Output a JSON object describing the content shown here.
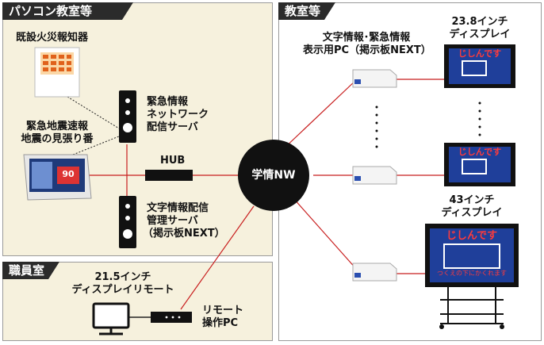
{
  "sections": {
    "pc_room": "パソコン教室等",
    "classroom": "教室等",
    "staff_room": "職員室"
  },
  "devices": {
    "fire_alarm": "既設火災報知器",
    "eew_line1": "緊急地震速報",
    "eew_line2": "地震の見張り番",
    "alert_server_line1": "緊急情報",
    "alert_server_line2": "ネットワーク",
    "alert_server_line3": "配信サーバ",
    "hub": "HUB",
    "text_server_line1": "文字情報配信",
    "text_server_line2": "管理サーバ",
    "text_server_line3": "（掲示板NEXT）",
    "network": "学情NW",
    "display_pc_line1": "文字情報･緊急情報",
    "display_pc_line2": "表示用PC（掲示板NEXT）",
    "display_23_line1": "23.8インチ",
    "display_23_line2": "ディスプレイ",
    "display_43_line1": "43インチ",
    "display_43_line2": "ディスプレイ",
    "remote_display_line1": "21.5インチ",
    "remote_display_line2": "ディスプレイリモート",
    "remote_pc_line1": "リモート",
    "remote_pc_line2": "操作PC"
  },
  "screen_text": {
    "headline": "じしんです",
    "subline": "つくえの下にかくれます",
    "eew_badge": "90"
  }
}
